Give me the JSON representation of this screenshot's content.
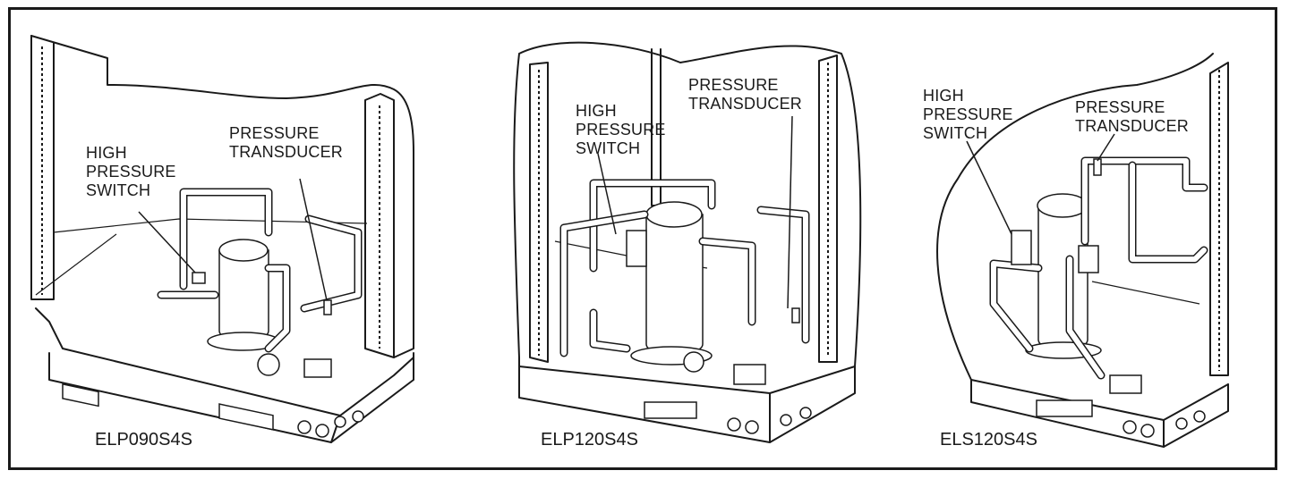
{
  "units": [
    {
      "model": "ELP090S4S",
      "labels": {
        "high_pressure_switch": "HIGH\nPRESSURE\nSWITCH",
        "pressure_transducer": "PRESSURE\nTRANSDUCER"
      }
    },
    {
      "model": "ELP120S4S",
      "labels": {
        "high_pressure_switch": "HIGH\nPRESSURE\nSWITCH",
        "pressure_transducer": "PRESSURE\nTRANSDUCER"
      }
    },
    {
      "model": "ELS120S4S",
      "labels": {
        "high_pressure_switch": "HIGH\nPRESSURE\nSWITCH",
        "pressure_transducer": "PRESSURE\nTRANSDUCER"
      }
    }
  ],
  "colors": {
    "line": "#1a1a1a",
    "background": "#ffffff"
  }
}
